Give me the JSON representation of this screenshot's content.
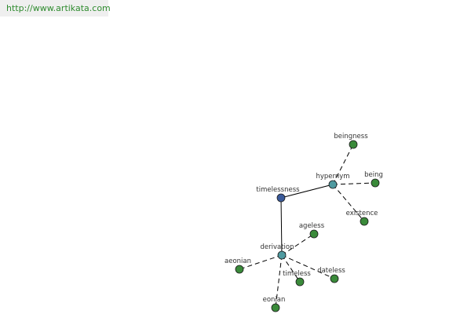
{
  "header": {
    "url": "http://www.artikata.com"
  },
  "colors": {
    "root": "#3a5a9a",
    "relation": "#4f9aa0",
    "leaf": "#3a8a3a",
    "url_text": "#2e8b2e"
  },
  "graph": {
    "root": {
      "label": "timelessness"
    },
    "relations": [
      {
        "label": "hypernym",
        "terms": [
          "beingness",
          "being",
          "existence"
        ]
      },
      {
        "label": "derivation",
        "terms": [
          "ageless",
          "aeonian",
          "timeless",
          "dateless",
          "eonian"
        ]
      }
    ]
  }
}
